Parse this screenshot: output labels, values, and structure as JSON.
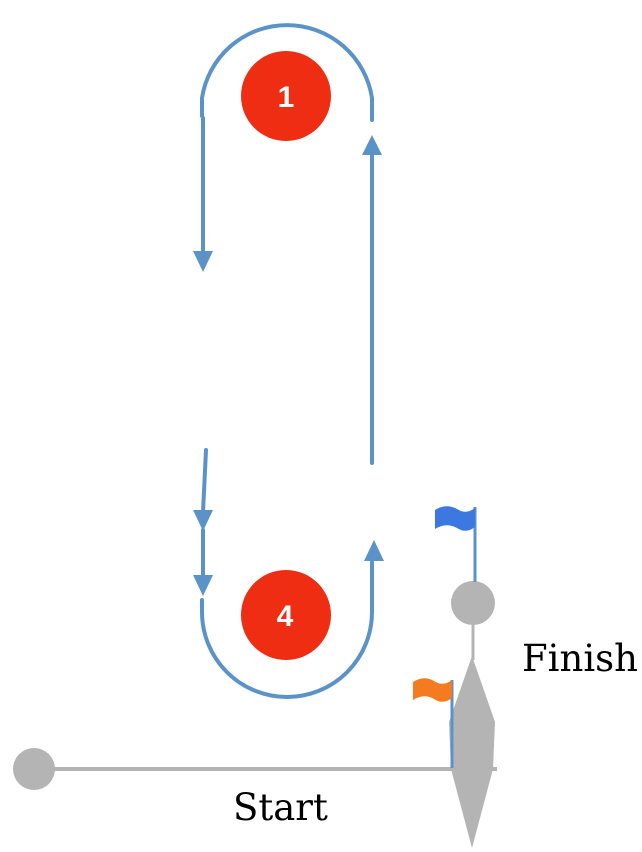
{
  "marks": [
    {
      "label": "1",
      "color": "#ee2d12"
    },
    {
      "label": "4",
      "color": "#ee2d12"
    }
  ],
  "labels": {
    "finish": "Finish",
    "start": "Start"
  },
  "colors": {
    "course_path": "#5b93c9",
    "gray": "#b4b4b4",
    "finish_flag": "#3c78e0",
    "start_flag": "#f47b1f",
    "flag_pole": "#5b93c9"
  },
  "icons": {
    "mark_shape": "circle",
    "flag": "pennant-flag",
    "buoy": "gray-buoy",
    "committee_boat": "diamond-boat"
  }
}
